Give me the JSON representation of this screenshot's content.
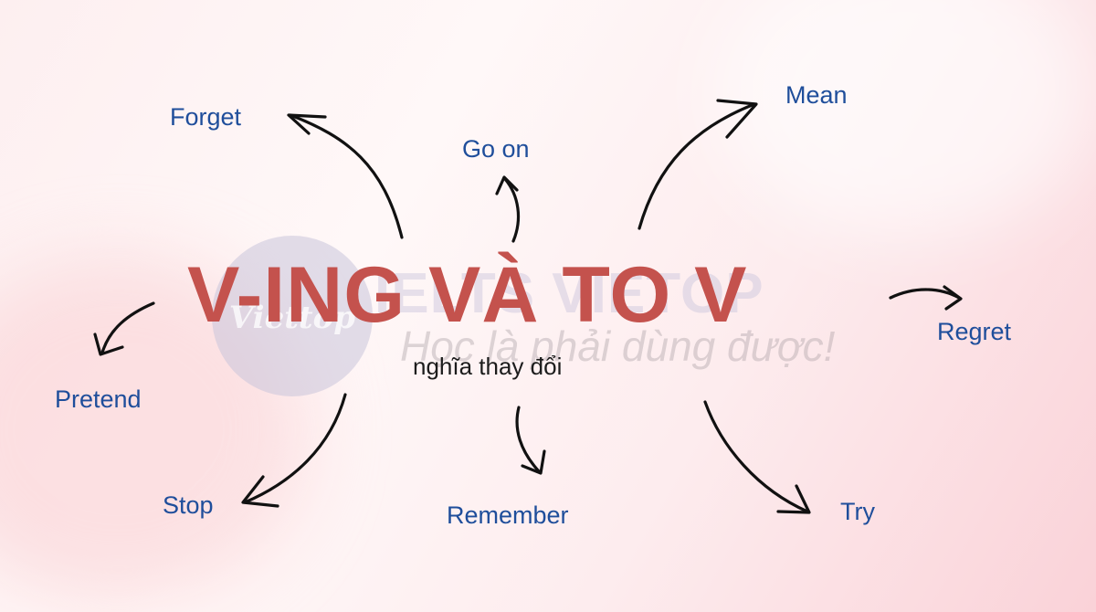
{
  "watermark": {
    "logo_text": "Viettop",
    "brand": "IELTS VIETOP",
    "tagline": "Học là phải dùng được!"
  },
  "title": "V-ING VÀ TO V",
  "subtitle": "nghĩa thay đổi",
  "verbs": {
    "forget": "Forget",
    "go_on": "Go on",
    "mean": "Mean",
    "regret": "Regret",
    "pretend": "Pretend",
    "stop": "Stop",
    "remember": "Remember",
    "try": "Try"
  },
  "colors": {
    "title": "#c4524d",
    "verb": "#1f4e9b",
    "arrow": "#111111"
  }
}
